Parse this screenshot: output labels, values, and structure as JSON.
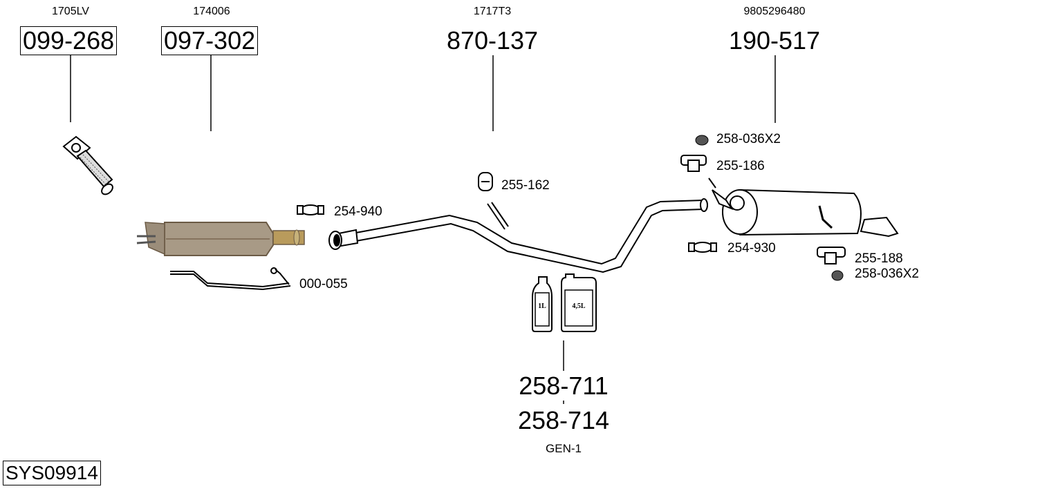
{
  "system_code": "SYS09914",
  "groups": [
    {
      "ref": "1705LV",
      "part": "099-268",
      "boxed": true
    },
    {
      "ref": "174006",
      "part": "097-302",
      "boxed": true
    },
    {
      "ref": "1717T3",
      "part": "870-137",
      "boxed": false
    },
    {
      "ref": "9805296480",
      "part": "190-517",
      "boxed": false
    }
  ],
  "accessories": {
    "clamp_front": "254-940",
    "sensor_pipe": "000-055",
    "hanger_mid": "255-162",
    "nut_top": "258-036X2",
    "hanger_rear_top": "255-186",
    "clamp_rear": "254-930",
    "hanger_rear_bottom": "255-188",
    "nut_bottom": "258-036X2"
  },
  "fluids": {
    "bottle_small_label": "1L",
    "bottle_large_label": "4,5L",
    "part_1": "258-711",
    "part_2": "258-714",
    "note": "GEN-1"
  }
}
